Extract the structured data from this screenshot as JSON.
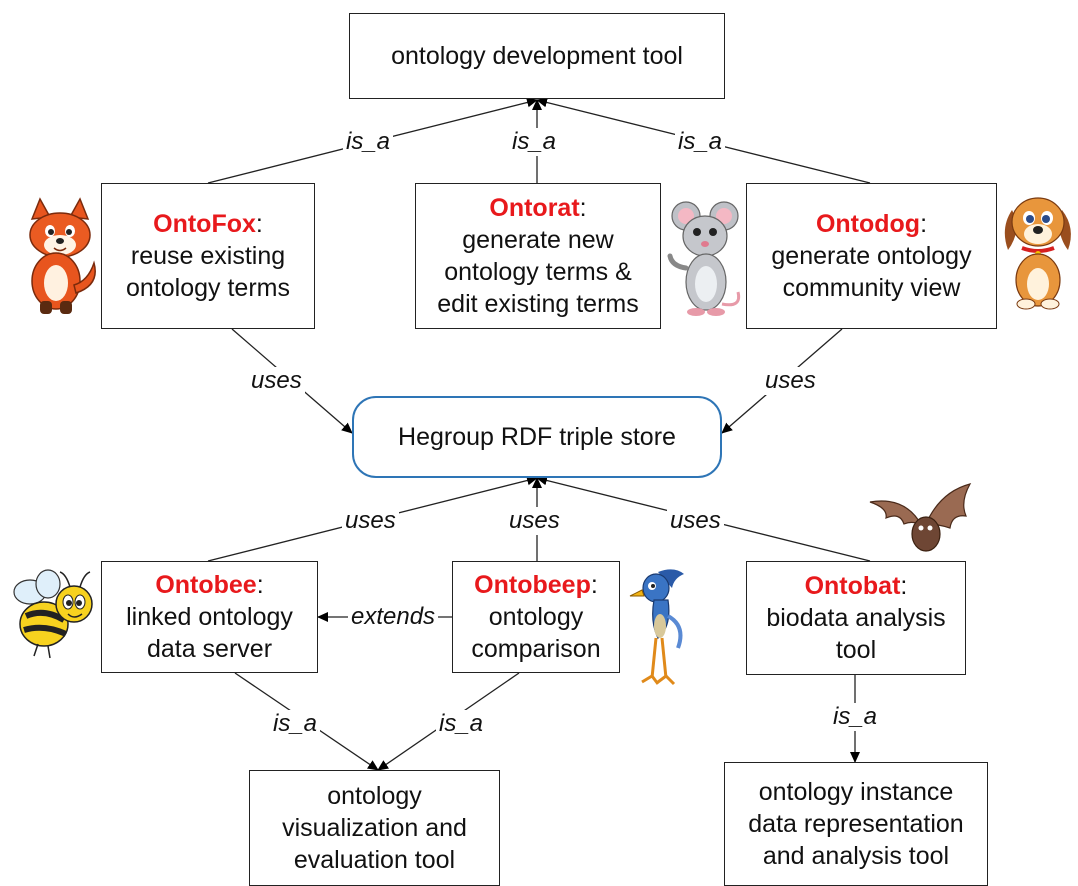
{
  "nodes": {
    "dev_tool": {
      "text": "ontology development tool"
    },
    "ontofox": {
      "name": "OntoFox",
      "line1": "reuse existing",
      "line2": "ontology terms"
    },
    "ontorat": {
      "name": "Ontorat",
      "line1": "generate new",
      "line2": "ontology terms &",
      "line3": "edit existing terms"
    },
    "ontodog": {
      "name": "Ontodog",
      "line1": "generate  ontology",
      "line2": "community view"
    },
    "store": {
      "text": "Hegroup RDF triple store"
    },
    "ontobee": {
      "name": "Ontobee",
      "line1": "linked ontology",
      "line2": "data server"
    },
    "ontobeep": {
      "name": "Ontobeep",
      "line1": "ontology",
      "line2": "comparison"
    },
    "ontobat": {
      "name": "Ontobat",
      "line1": "biodata analysis",
      "line2": "tool"
    },
    "vis_tool": {
      "line1": "ontology",
      "line2": "visualization and",
      "line3": "evaluation tool"
    },
    "inst_tool": {
      "line1": "ontology instance",
      "line2": "data representation",
      "line3": "and analysis tool"
    }
  },
  "colon": ":",
  "edges": {
    "fox_isa": "is_a",
    "rat_isa": "is_a",
    "dog_isa": "is_a",
    "fox_uses": "uses",
    "dog_uses": "uses",
    "bee_uses": "uses",
    "beep_uses": "uses",
    "bat_uses": "uses",
    "beep_extends": "extends",
    "bee_isa": "is_a",
    "beep_isa": "is_a",
    "bat_isa": "is_a"
  },
  "colors": {
    "tool_name": "#e8191c",
    "store_border": "#2e75b6"
  },
  "illustrations": [
    "fox-mascot",
    "rat-mascot",
    "dog-mascot",
    "bat-mascot",
    "bee-mascot",
    "roadrunner-mascot"
  ]
}
